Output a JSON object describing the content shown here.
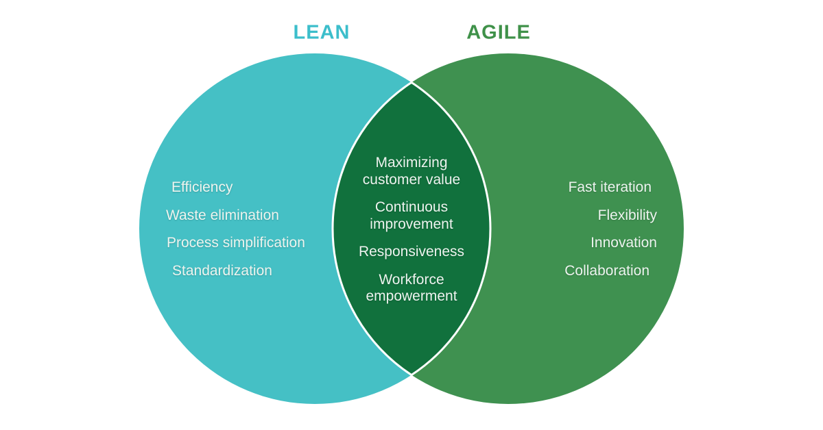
{
  "diagram": {
    "type": "venn",
    "left": {
      "title": "LEAN",
      "items": [
        "Efficiency",
        "Waste elimination",
        "Process simplification",
        "Standardization"
      ]
    },
    "right": {
      "title": "AGILE",
      "items": [
        "Fast iteration",
        "Flexibility",
        "Innovation",
        "Collaboration"
      ]
    },
    "intersection": {
      "items": [
        "Maximizing\ncustomer value",
        "Continuous\nimprovement",
        "Responsiveness",
        "Workforce\nempowerment"
      ]
    },
    "colors": {
      "left_circle": "#45C0C5",
      "right_circle": "#3F9150",
      "intersection": "#11713D",
      "intersection_outline": "#FFFFFF",
      "left_title": "#3CBECB",
      "right_title": "#3F9149",
      "item_text": "#EDF4EF",
      "background": "#FFFFFF"
    }
  }
}
